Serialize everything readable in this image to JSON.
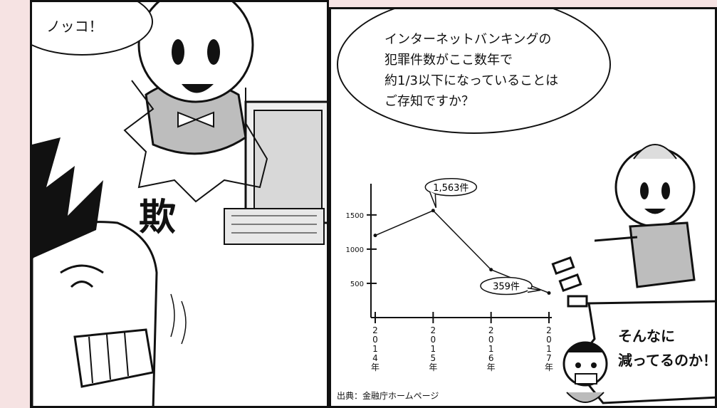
{
  "left_panel": {
    "speech": "ノッコ！",
    "sfx": "欺"
  },
  "right_panel": {
    "speech_lines": [
      "インターネットバンキングの",
      "犯罪件数がここ数年で",
      "約1/3以下になっていることは",
      "ご存知ですか？"
    ],
    "response_lines": [
      "そんなに",
      "減ってるのか！"
    ],
    "source": "出典：金融庁ホームページ"
  },
  "chart_data": {
    "type": "line",
    "categories": [
      "2014年",
      "2015年",
      "2016年",
      "2017年"
    ],
    "values": [
      1200,
      1563,
      700,
      359
    ],
    "yticks": [
      500,
      1000,
      1500
    ],
    "ylim": [
      0,
      1800
    ],
    "annotations": [
      {
        "label": "1,563件",
        "category": "2015年"
      },
      {
        "label": "359件",
        "category": "2017年"
      }
    ]
  }
}
